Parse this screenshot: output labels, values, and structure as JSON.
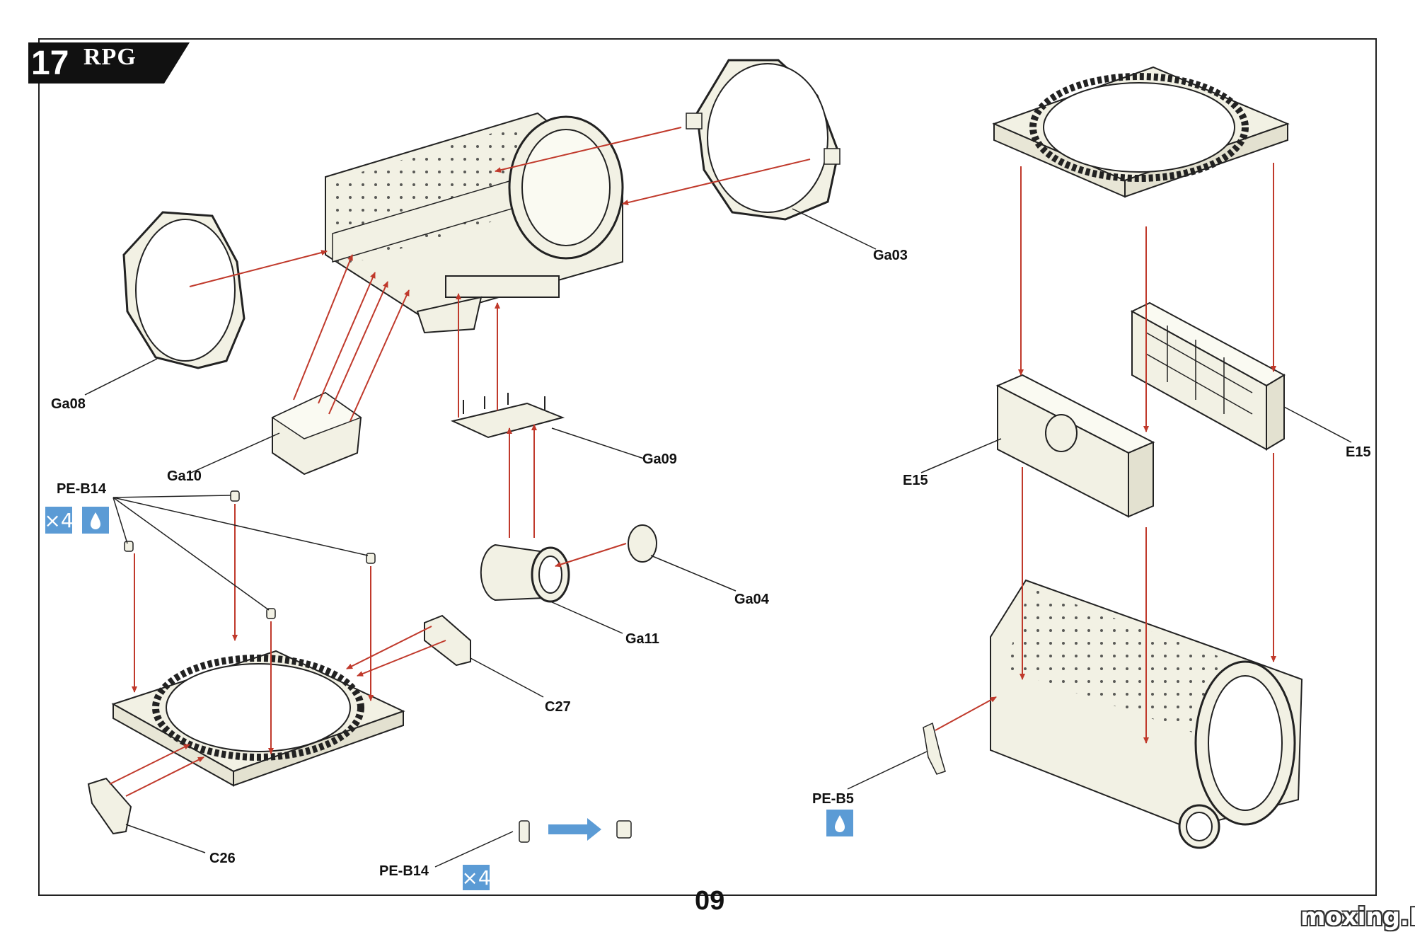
{
  "header": {
    "step_number": "17",
    "brand": "RPG",
    "brand_subtitle": "SCALE MODEL"
  },
  "parts": {
    "ga03": "Ga03",
    "ga08": "Ga08",
    "ga10": "Ga10",
    "ga09": "Ga09",
    "ga04": "Ga04",
    "ga11": "Ga11",
    "c27": "C27",
    "c26": "C26",
    "pe_b14_top": "PE-B14",
    "pe_b14_bottom": "PE-B14",
    "pe_b5": "PE-B5",
    "e15_left": "E15",
    "e15_right": "E15"
  },
  "badges": {
    "qty_top": "×4",
    "qty_bottom": "×4"
  },
  "icons": {
    "glue": "glue-drop-icon",
    "bend": "bend-arrow-icon"
  },
  "colors": {
    "arrow": "#c0392b",
    "badge": "#5b9bd5",
    "part_fill": "#f2f1e4",
    "line": "#222222"
  },
  "footer": {
    "page_number": "09",
    "watermark": "moxing.NET"
  }
}
